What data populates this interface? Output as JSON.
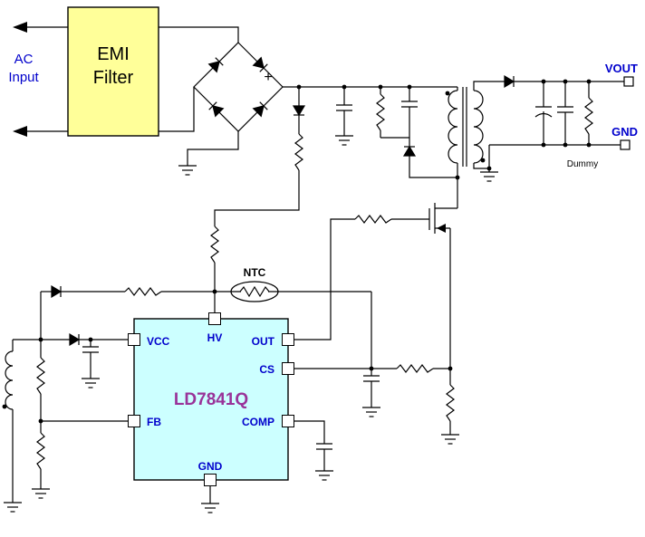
{
  "schematic": {
    "ac_input": [
      "AC",
      "Input"
    ],
    "emi_filter": [
      "EMI",
      "Filter"
    ],
    "bridge_plus": "+",
    "ntc_label": "NTC",
    "vout_label": "VOUT",
    "gnd_label": "GND",
    "dummy_label": "Dummy",
    "ic": {
      "part_number": "LD7841Q",
      "pins": {
        "vcc": "VCC",
        "hv": "HV",
        "out": "OUT",
        "cs": "CS",
        "fb": "FB",
        "comp": "COMP",
        "gnd": "GND"
      }
    },
    "colors": {
      "wire": "#000000",
      "label_blue": "#0000CC",
      "emi_filter_fill": "#FFFF99",
      "ic_fill": "#CCFFFF",
      "part_number_color": "#993399"
    }
  }
}
